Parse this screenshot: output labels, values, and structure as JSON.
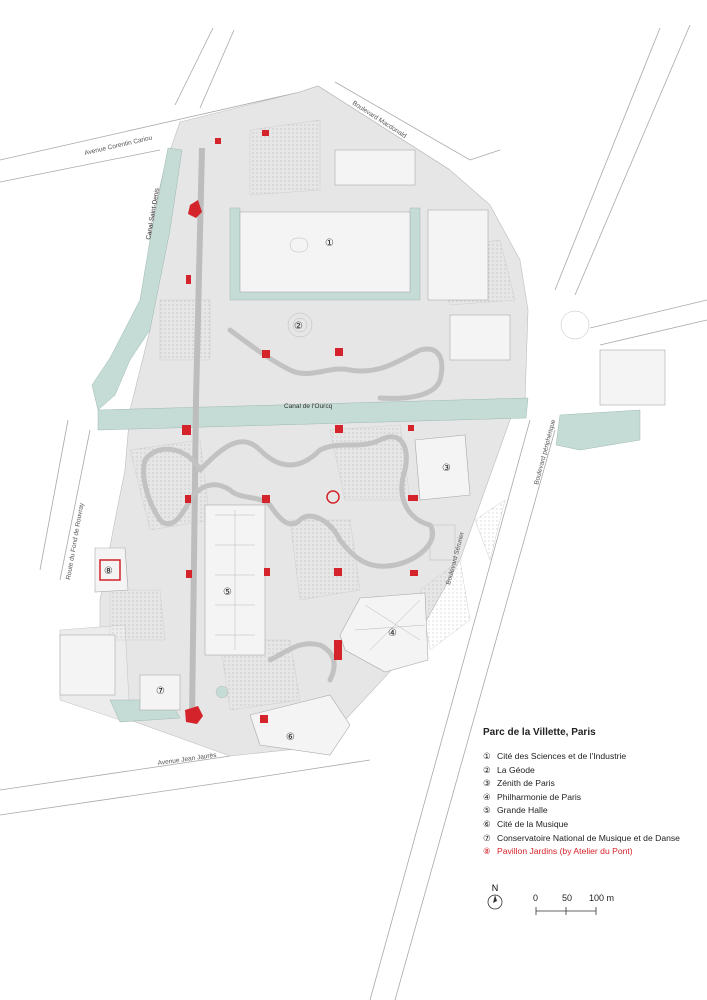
{
  "title": "Parc de la Villette, Paris",
  "legend": [
    {
      "num": "①",
      "label": "Cité des Sciences et de l'Industrie",
      "highlight": false
    },
    {
      "num": "②",
      "label": "La Géode",
      "highlight": false
    },
    {
      "num": "③",
      "label": "Zénith de Paris",
      "highlight": false
    },
    {
      "num": "④",
      "label": "Philharmonie de Paris",
      "highlight": false
    },
    {
      "num": "⑤",
      "label": "Grande Halle",
      "highlight": false
    },
    {
      "num": "⑥",
      "label": "Cité de la Musique",
      "highlight": false
    },
    {
      "num": "⑦",
      "label": "Conservatoire National de Musique et de Danse",
      "highlight": false
    },
    {
      "num": "⑧",
      "label": "Pavillon Jardins (by Atelier du Pont)",
      "highlight": true
    }
  ],
  "map_labels": {
    "avenue_corentin_cariou": "Avenue Corentin Cariou",
    "boulevard_macdonald": "Boulevard Macdonald",
    "canal_saint_denis": "Canal Saint-Denis",
    "canal_de_lourcq": "Canal de l'Ourcq",
    "boulevard_peripherique": "Boulevard périphérique",
    "boulevard_serurier": "Boulevard Sérurier",
    "route_fond_de_rouvray": "Route du Fond de Rouvray",
    "avenue_jean_jaures": "Avenue Jean Jaurès"
  },
  "numbers": {
    "n1": "①",
    "n2": "②",
    "n3": "③",
    "n4": "④",
    "n5": "⑤",
    "n6": "⑥",
    "n7": "⑦",
    "n8": "⑧"
  },
  "north": "N",
  "scale": {
    "labels": [
      "0",
      "50",
      "100 m"
    ]
  },
  "colors": {
    "park": "#e6e6e6",
    "water": "#c5dcd6",
    "building": "#f4f4f4",
    "highlight": "#d4232a",
    "path": "#c2c2c2",
    "line": "#9a9a9a"
  }
}
